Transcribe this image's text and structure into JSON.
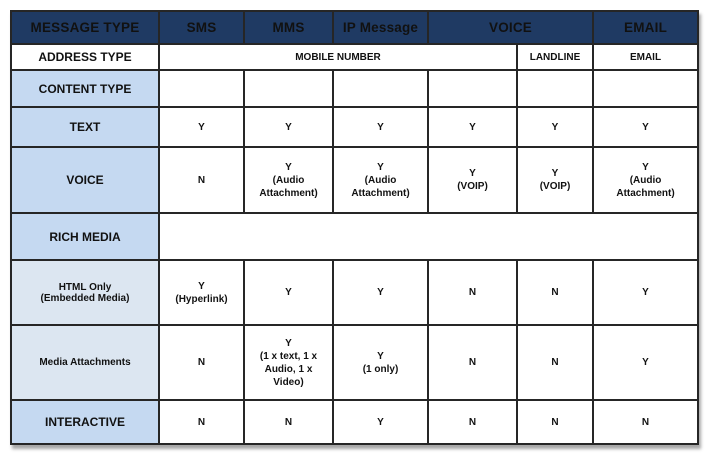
{
  "colors": {
    "header_bg": "#1f3a63",
    "header_text": "#ffffff",
    "section_bg": "#c5d9f1",
    "subrow_bg": "#dce6f1",
    "border": "#262626"
  },
  "header": {
    "message_type": "MESSAGE TYPE",
    "cols": [
      "SMS",
      "MMS",
      "IP Message",
      "VOICE",
      "EMAIL"
    ]
  },
  "address": {
    "label": "ADDRESS TYPE",
    "mobile": "MOBILE NUMBER",
    "landline": "LANDLINE",
    "email": "EMAIL"
  },
  "content_type": {
    "label": "CONTENT TYPE"
  },
  "text_row": {
    "label": "TEXT",
    "cells": [
      "Y",
      "Y",
      "Y",
      "Y",
      "Y",
      "Y"
    ]
  },
  "voice_row": {
    "label": "VOICE",
    "cells": [
      "N",
      "Y\n(Audio\nAttachment)",
      "Y\n(Audio\nAttachment)",
      "Y\n(VOIP)",
      "Y\n(VOIP)",
      "Y\n(Audio\nAttachment)"
    ]
  },
  "rich_media": {
    "label": "RICH MEDIA"
  },
  "html_only": {
    "label": "HTML Only\n(Embedded Media)",
    "cells": [
      "Y\n(Hyperlink)",
      "Y",
      "Y",
      "N",
      "N",
      "Y"
    ]
  },
  "media_attachments": {
    "label": "Media Attachments",
    "cells": [
      "N",
      "Y\n(1 x text, 1 x\nAudio, 1 x\nVideo)",
      "Y\n(1 only)",
      "N",
      "N",
      "Y"
    ]
  },
  "interactive": {
    "label": "INTERACTIVE",
    "cells": [
      "N",
      "N",
      "Y",
      "N",
      "N",
      "N"
    ]
  }
}
